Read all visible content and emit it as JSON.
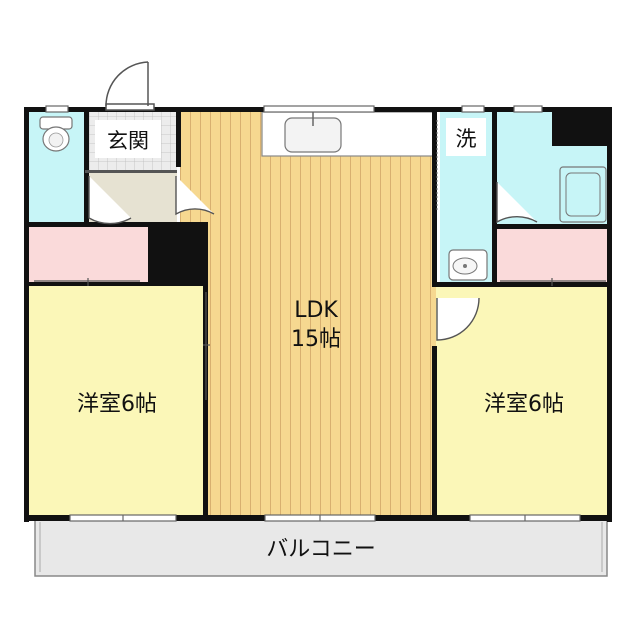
{
  "rooms": {
    "entrance": "玄関",
    "washroom": "洗",
    "ldk_name": "LDK",
    "ldk_size": "15帖",
    "western_left": "洋室6帖",
    "western_right": "洋室6帖",
    "balcony": "バルコニー"
  },
  "colors": {
    "wall": "#111111",
    "ldk_floor": "#f6d890",
    "ldk_stripe": "#d8b070",
    "western_floor": "#fbf7b8",
    "closet": "#fadada",
    "wet_area": "#c7f5f7",
    "entrance_floor": "#e6e2d2",
    "entrance_tile": "#ececec",
    "balcony": "#e8e8e8"
  }
}
